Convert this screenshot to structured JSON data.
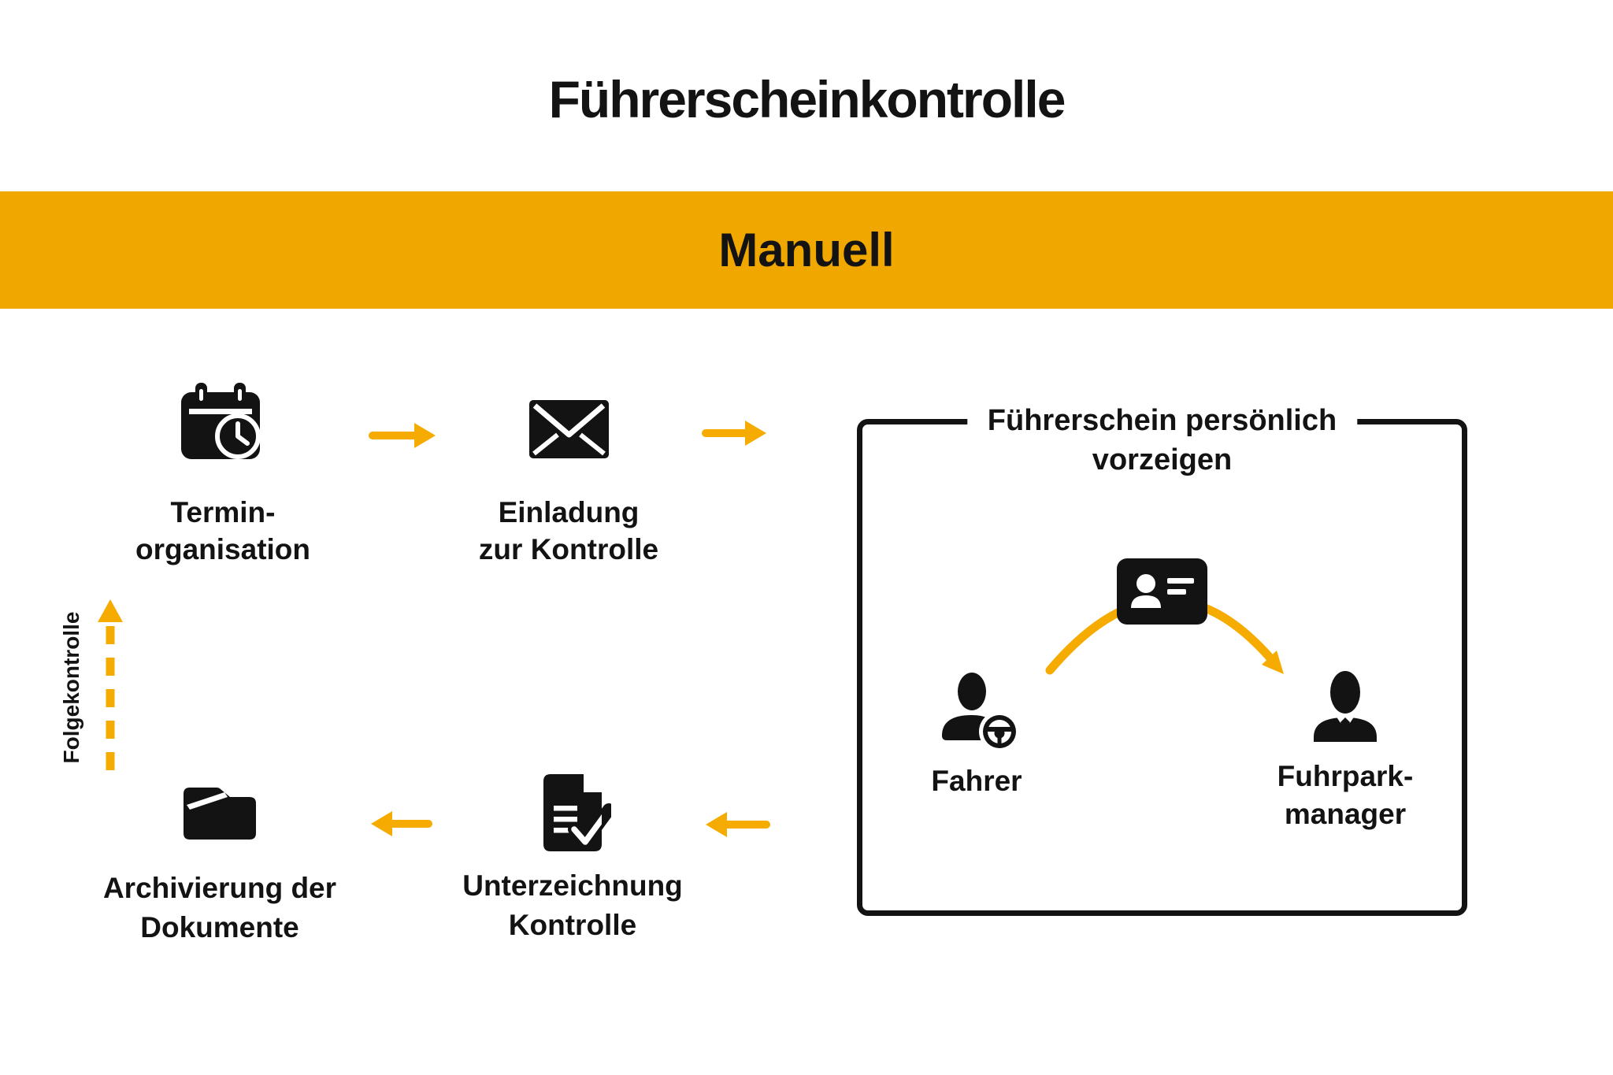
{
  "title": "Führerscheinkontrolle",
  "banner": {
    "label": "Manuell"
  },
  "colors": {
    "banner_bg": "#F0A800",
    "accent": "#F6AB00",
    "ink": "#131313"
  },
  "steps": [
    {
      "name": "termin-organisation",
      "icon": "calendar-clock-icon",
      "lines": [
        "Termin-",
        "organisation"
      ]
    },
    {
      "name": "einladung-zur-kontrolle",
      "icon": "envelope-icon",
      "lines": [
        "Einladung",
        "zur Kontrolle"
      ]
    },
    {
      "name": "unterzeichnung-kontrolle",
      "icon": "document-check-icon",
      "lines": [
        "Unterzeichnung",
        "Kontrolle"
      ]
    },
    {
      "name": "archivierung-der-dokumente",
      "icon": "folder-icon",
      "lines": [
        "Archivierung der",
        "Dokumente"
      ]
    }
  ],
  "box": {
    "title_lines": [
      "Führerschein persönlich",
      "vorzeigen"
    ],
    "actors": [
      {
        "name": "fahrer",
        "icon": "driver-icon",
        "lines": [
          "Fahrer"
        ]
      },
      {
        "name": "fuhrparkmanager",
        "icon": "manager-icon",
        "lines": [
          "Fuhrpark-",
          "manager"
        ]
      }
    ],
    "exchange_icon": "id-card-icon"
  },
  "loop_label": "Folgekontrolle"
}
